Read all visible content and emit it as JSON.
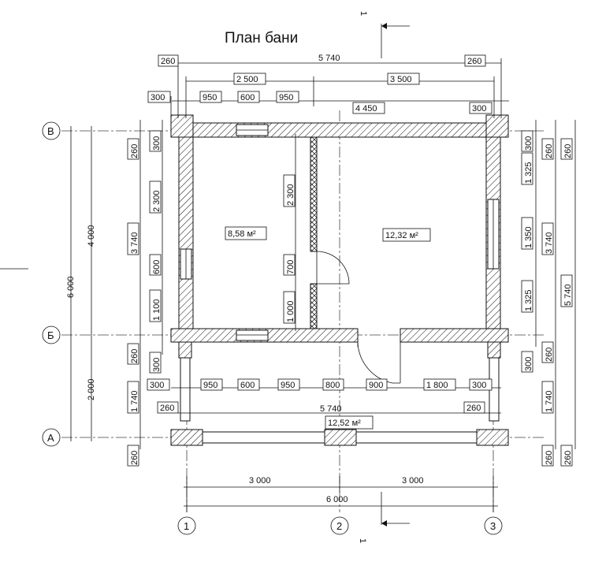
{
  "title": "План бани",
  "axes": {
    "v": [
      "1",
      "2",
      "3"
    ],
    "h": [
      "А",
      "Б",
      "В"
    ]
  },
  "section_mark": "1",
  "rooms": [
    {
      "area": "8,58 м²"
    },
    {
      "area": "12,32 м²"
    },
    {
      "area": "12,52 м²"
    }
  ],
  "dims": {
    "top1": [
      "260",
      "5 740",
      "260"
    ],
    "top2": [
      "2 500",
      "3 500"
    ],
    "top3": [
      "300",
      "950",
      "600",
      "950",
      "4 450",
      "300"
    ],
    "mid_row": [
      "300",
      "950",
      "600",
      "950",
      "800",
      "900",
      "1 800",
      "300"
    ],
    "mid_total": [
      "260",
      "5 740",
      "260"
    ],
    "bottom": [
      "3 000",
      "3 000",
      "6 000"
    ],
    "left_outer": [
      "6 000",
      "4 000",
      "2 000"
    ],
    "left_mid": [
      "260",
      "3 740",
      "260",
      "1 740",
      "260"
    ],
    "left_inner": [
      "300",
      "2 300",
      "600",
      "1 100",
      "300"
    ],
    "partition": [
      "2 300",
      "700",
      "1 000"
    ],
    "right_inner": [
      "300",
      "1 325",
      "1 350",
      "1 325",
      "300"
    ],
    "right_mid": [
      "260",
      "3 740",
      "260",
      "1 740",
      "260"
    ],
    "right_outer": [
      "260",
      "5 740",
      "260"
    ]
  }
}
